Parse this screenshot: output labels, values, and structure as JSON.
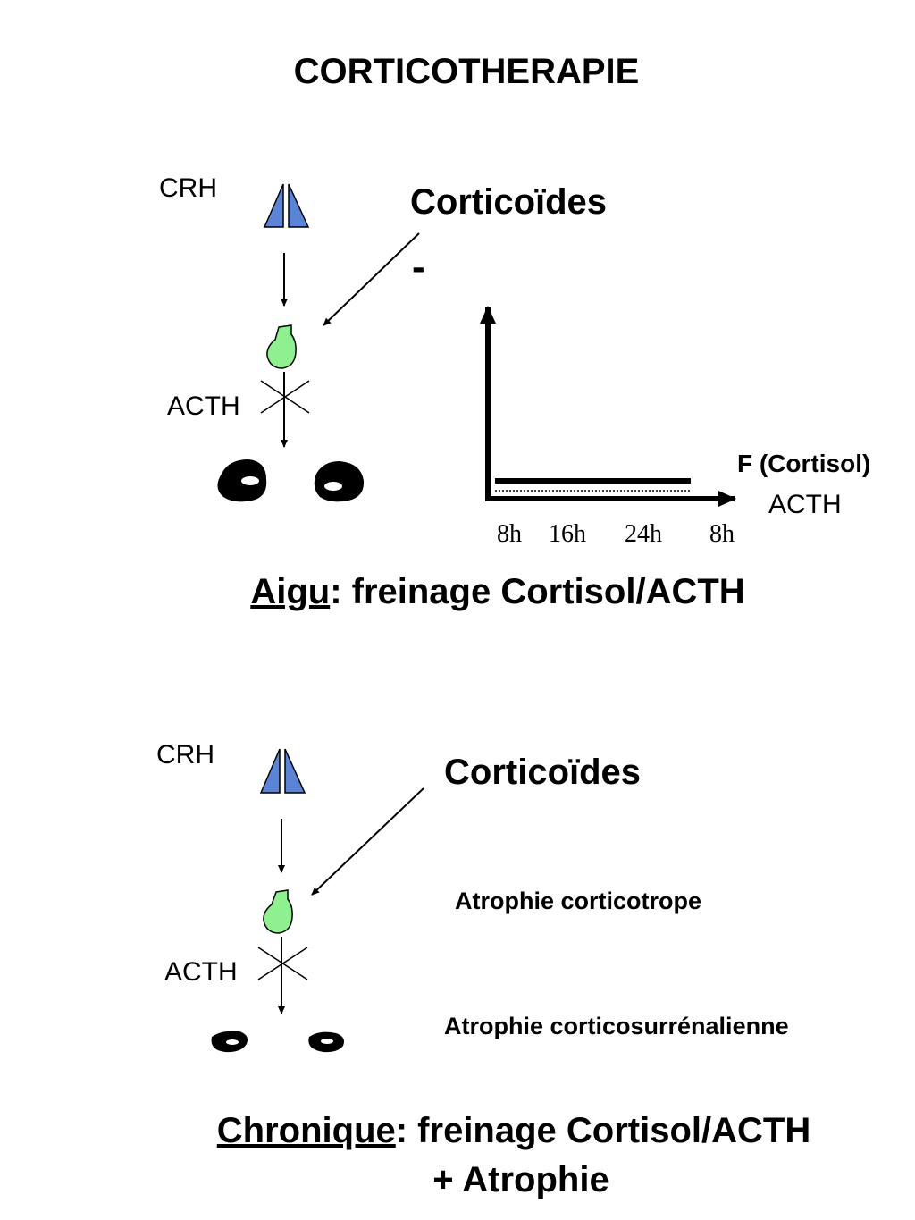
{
  "title": "CORTICOTHERAPIE",
  "colors": {
    "hypothalamus": "#5b84d6",
    "pituitary": "#8ff08f",
    "adrenal": "#000000",
    "line": "#000000"
  },
  "icons": {
    "hypothalamus": "hypothalamus-icon",
    "pituitary": "pituitary-icon",
    "adrenal": "adrenal-gland-icon",
    "block": "cross-block-icon"
  },
  "acute": {
    "crh_label": "CRH",
    "corticoides_label": "Corticoïdes",
    "minus_label": "-",
    "acth_label": "ACTH",
    "chart": {
      "series_labels": {
        "cortisol": "F (Cortisol)",
        "acth": "ACTH"
      },
      "x_ticks": [
        "8h",
        "16h",
        "24h",
        "8h"
      ]
    },
    "caption": {
      "underlined": "Aigu",
      "rest": ": freinage Cortisol/ACTH"
    }
  },
  "chronic": {
    "crh_label": "CRH",
    "corticoides_label": "Corticoïdes",
    "acth_label": "ACTH",
    "atrophy_corticotrope": "Atrophie corticotrope",
    "atrophy_adrenal": "Atrophie corticosurrénalienne",
    "caption": {
      "underlined": "Chronique",
      "rest": ": freinage Cortisol/ACTH",
      "line2": "+ Atrophie"
    }
  }
}
